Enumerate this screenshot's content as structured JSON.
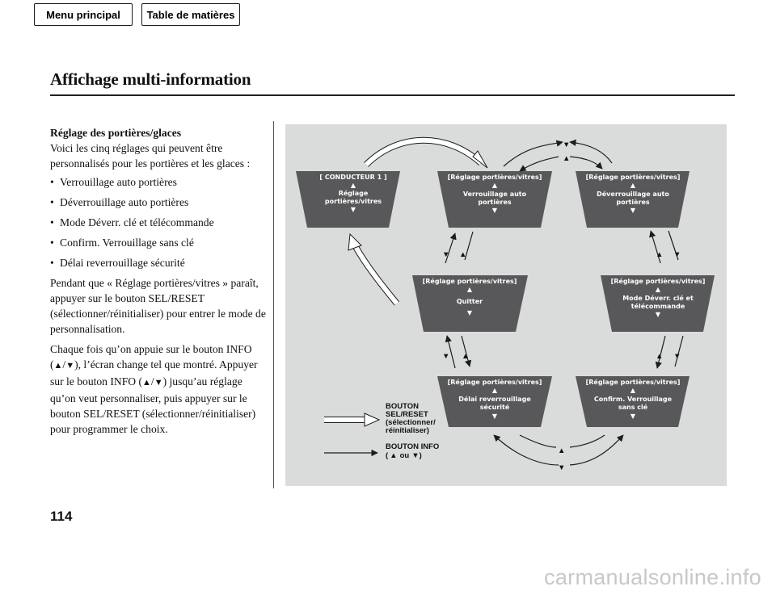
{
  "nav": {
    "menu_label": "Menu principal",
    "toc_label": "Table de matières"
  },
  "page": {
    "title": "Affichage multi-information",
    "number": "114",
    "watermark": "carmanualsonline.info"
  },
  "text": {
    "heading": "Réglage des portières/glaces",
    "intro": "Voici les cinq réglages qui peuvent être personnalisés pour les portières et les glaces :",
    "bullets": [
      "Verrouillage auto portières",
      "Déverrouillage auto portières",
      "Mode Déverr. clé et télécommande",
      "Confirm. Verrouillage sans clé",
      "Délai reverrouillage sécurité"
    ],
    "para1": "Pendant que « Réglage portières/vitres » paraît, appuyer sur le bouton SEL/RESET (sélectionner/réinitialiser) pour entrer le mode de personnalisation.",
    "para2_a": "Chaque fois qu’on appuie sur le bouton INFO (",
    "para2_up": "▲",
    "para2_sep": "/",
    "para2_down": "▼",
    "para2_b": "), l’écran change tel que montré. Appuyer sur le bouton INFO (",
    "para2_c": ") jusqu’au réglage qu’on veut personnaliser, puis appuyer sur le bouton SEL/RESET (sélectionner/réinitialiser) pour programmer le choix."
  },
  "diagram": {
    "screens": {
      "driver": {
        "header": "CONDUCTEUR 1",
        "line1": "Réglage",
        "line2": "portières/vitres"
      },
      "lock": {
        "header": "Réglage portières/vitres",
        "line1": "Verrouillage auto",
        "line2": "portières"
      },
      "unlock": {
        "header": "Réglage portières/vitres",
        "line1": "Déverrouillage auto",
        "line2": "portières"
      },
      "quit": {
        "header": "Réglage portières/vitres",
        "line1": "Quitter",
        "line2": ""
      },
      "keymode": {
        "header": "Réglage portières/vitres",
        "line1": "Mode Déverr. clé et",
        "line2": "télécommande"
      },
      "relock": {
        "header": "Réglage portières/vitres",
        "line1": "Délai reverrouillage",
        "line2": "sécurité"
      },
      "confirm": {
        "header": "Réglage portières/vitres",
        "line1": "Confirm. Verrouillage",
        "line2": "sans clé"
      }
    },
    "legend": {
      "sel_lines": [
        "BOUTON",
        "SEL/RESET",
        "(sélectionner/",
        "réinitialiser)"
      ],
      "info_line1": "BOUTON INFO",
      "info_line2_a": "(",
      "info_line2_up": "▲",
      "info_line2_or": "ou",
      "info_line2_down": "▼",
      "info_line2_b": ")"
    },
    "colors": {
      "screen": "#58585a",
      "background": "#d9dcdb",
      "arrow": "#1c1c1c"
    }
  }
}
